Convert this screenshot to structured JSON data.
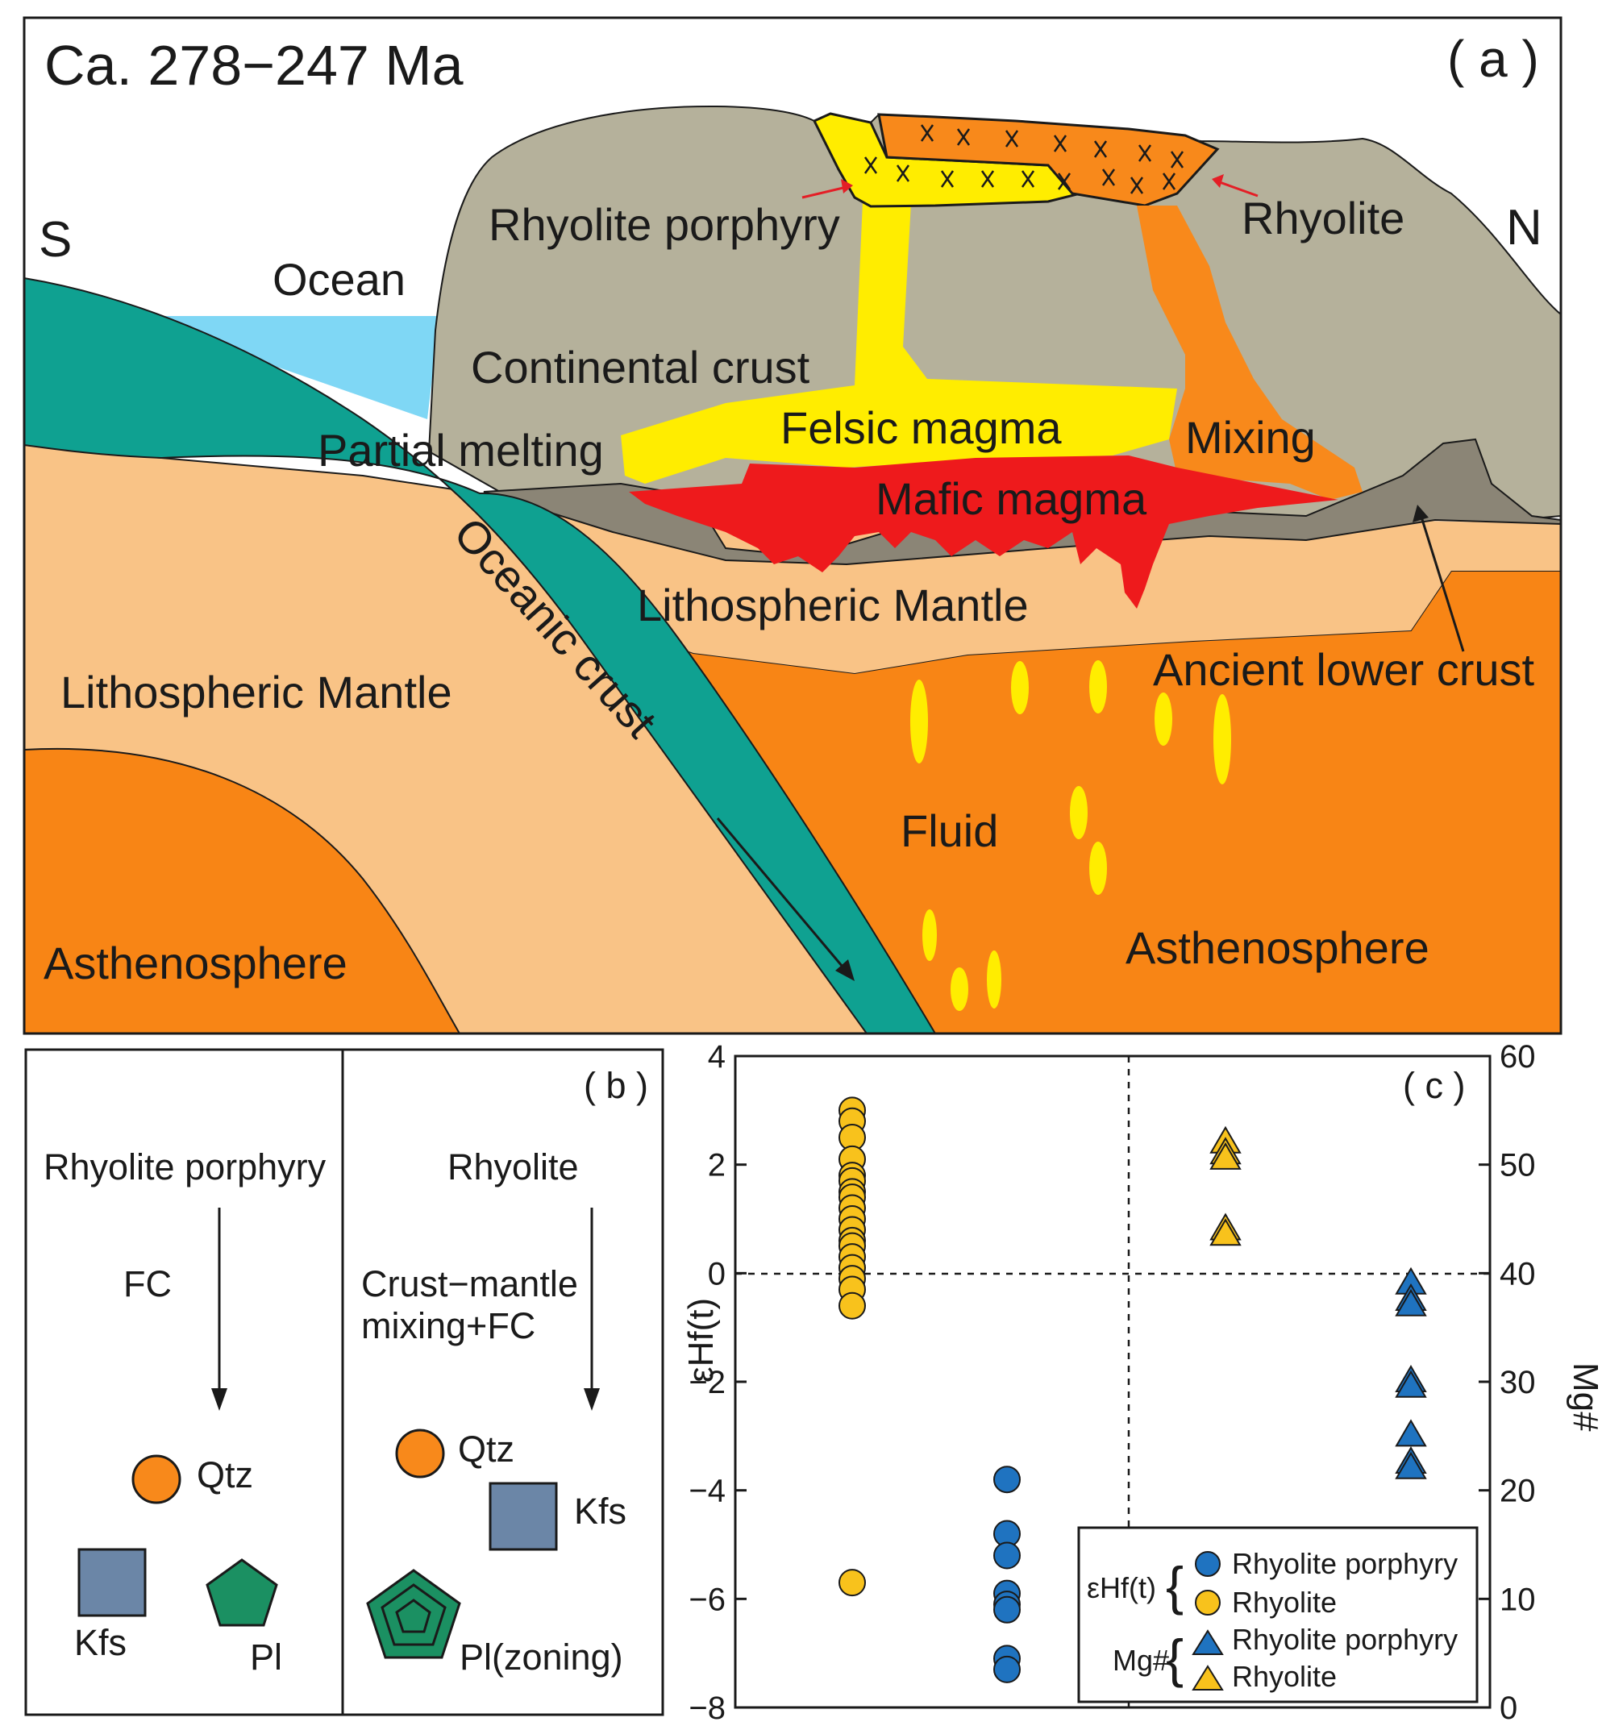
{
  "panel_a": {
    "age": "Ca. 278−247 Ma",
    "panel_label": "( a )",
    "south": "S",
    "north": "N",
    "labels": {
      "ocean": "Ocean",
      "rhyolite_porphyry": "Rhyolite porphyry",
      "rhyolite": "Rhyolite",
      "continental_crust": "Continental crust",
      "partial_melting": "Partial melting",
      "felsic_magma": "Felsic magma",
      "mixing": "Mixing",
      "mafic_magma": "Mafic magma",
      "oceanic_crust": "Oceanic crust",
      "lith_mantle_upper": "Lithospheric Mantle",
      "lith_mantle_left": "Lithospheric Mantle",
      "ancient_lower_crust": "Ancient lower crust",
      "fluid": "Fluid",
      "asthenosphere_left": "Asthenosphere",
      "asthenosphere_right": "Asthenosphere"
    },
    "colors": {
      "continental_crust": "#b5b19b",
      "ocean": "#7fd7f5",
      "oceanic_crust": "#0fa191",
      "lith_mantle": "#f9c386",
      "asthenosphere": "#f88515",
      "felsic": "#ffed00",
      "mafic": "#ee1a1c",
      "mixing": "#f8891b",
      "lower_crust": "#8b8576"
    }
  },
  "panel_b": {
    "panel_label": "( b )",
    "left": {
      "title": "Rhyolite porphyry",
      "process": "FC",
      "minerals": [
        "Qtz",
        "Kfs",
        "Pl"
      ]
    },
    "right": {
      "title": "Rhyolite",
      "process_line1": "Crust−mantle",
      "process_line2": "mixing+FC",
      "minerals": [
        "Qtz",
        "Kfs",
        "Pl(zoning)"
      ]
    }
  },
  "panel_c": {
    "panel_label": "( c )",
    "left_axis_label": "εHf(t)",
    "right_axis_label": "Mg#",
    "legend": {
      "ehf_group": "εHf(t)",
      "mg_group": "Mg#",
      "items": [
        "Rhyolite porphyry",
        "Rhyolite",
        "Rhyolite porphyry",
        "Rhyolite"
      ]
    }
  },
  "chart_data": {
    "type": "scatter",
    "left_axis": {
      "label": "εHf(t)",
      "range": [
        -8,
        4
      ],
      "ticks": [
        4,
        2,
        0,
        -2,
        -4,
        -6,
        -8
      ]
    },
    "right_axis": {
      "label": "Mg#",
      "range": [
        0,
        60
      ],
      "ticks": [
        60,
        50,
        40,
        30,
        20,
        10,
        0
      ]
    },
    "reference_lines": {
      "horizontal_ehf": 0,
      "vertical_divider": true
    },
    "series": [
      {
        "name": "Rhyolite",
        "group": "εHf(t)",
        "marker": "circle",
        "color": "#f8c21c",
        "axis": "left",
        "values": [
          3.0,
          2.8,
          2.5,
          2.1,
          1.8,
          1.7,
          1.5,
          1.4,
          1.2,
          1.0,
          0.8,
          0.6,
          0.5,
          0.3,
          0.1,
          -0.1,
          -0.3,
          -0.6,
          -5.7
        ]
      },
      {
        "name": "Rhyolite porphyry",
        "group": "εHf(t)",
        "marker": "circle",
        "color": "#1f73c0",
        "axis": "left",
        "values": [
          -3.8,
          -4.8,
          -5.2,
          -5.9,
          -6.1,
          -6.2,
          -7.1,
          -7.3
        ]
      },
      {
        "name": "Rhyolite",
        "group": "Mg#",
        "marker": "triangle",
        "color": "#f8c21c",
        "axis": "right",
        "values": [
          52.0,
          51.0,
          50.5,
          44.0,
          43.5
        ]
      },
      {
        "name": "Rhyolite porphyry",
        "group": "Mg#",
        "marker": "triangle",
        "color": "#1f73c0",
        "axis": "right",
        "values": [
          39.0,
          37.5,
          37.0,
          30.0,
          29.5,
          25.0,
          22.5,
          22.0
        ]
      }
    ]
  }
}
